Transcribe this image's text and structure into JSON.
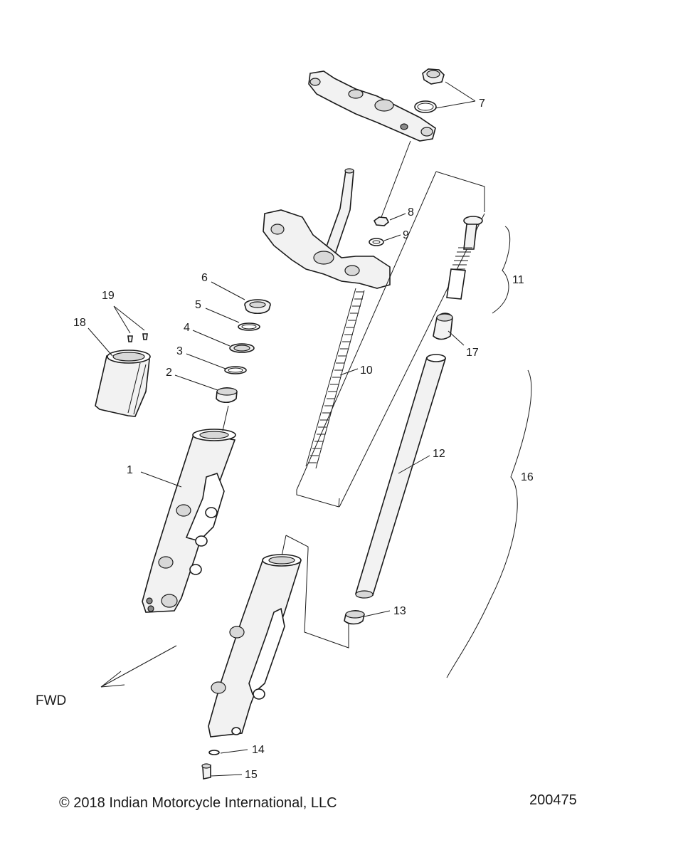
{
  "diagram": {
    "callouts": [
      "1",
      "2",
      "3",
      "4",
      "5",
      "6",
      "7",
      "8",
      "9",
      "10",
      "11",
      "12",
      "13",
      "14",
      "15",
      "16",
      "17",
      "18",
      "19"
    ],
    "direction_label": "FWD",
    "copyright": "© 2018 Indian Motorcycle International, LLC",
    "figure_number": "200475"
  }
}
